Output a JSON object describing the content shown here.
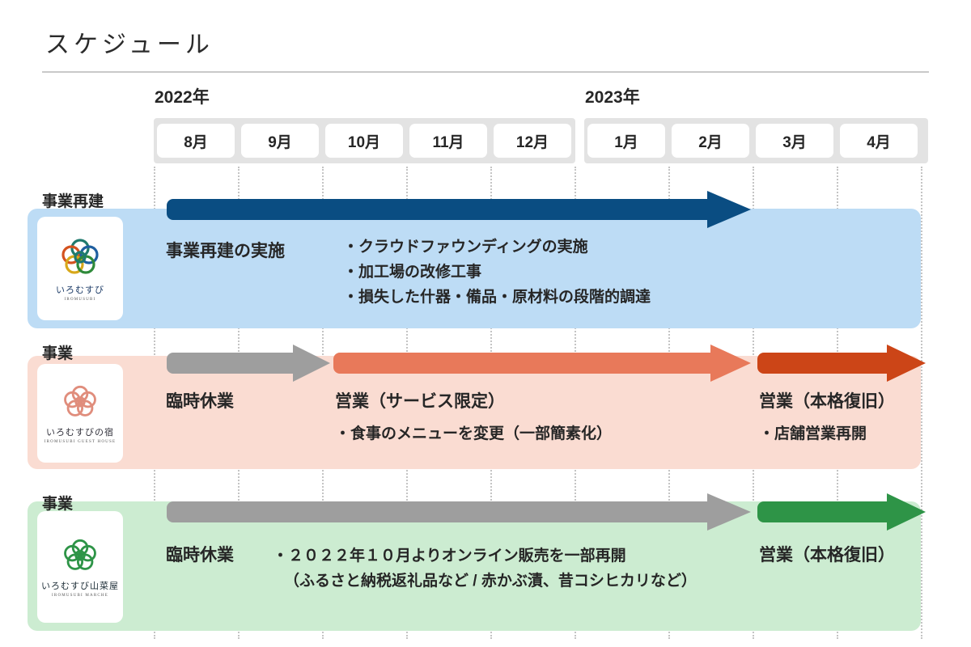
{
  "title": "スケジュール",
  "timeline": {
    "years": [
      {
        "label": "2022年",
        "months": [
          "8月",
          "9月",
          "10月",
          "11月",
          "12月"
        ]
      },
      {
        "label": "2023年",
        "months": [
          "1月",
          "2月",
          "3月",
          "4月"
        ]
      }
    ]
  },
  "lanes": [
    {
      "caption": "事業再建",
      "band_color": "#bddcf5",
      "logo": {
        "jp": "いろむすび",
        "en": "IROMUSUBI",
        "mark": "mizuhiki-knot-multicolor"
      },
      "bars": [
        {
          "name": "事業再建の実施",
          "color": "#0a4d82",
          "start_month": "8月",
          "end_month": "2月"
        }
      ],
      "heading": "事業再建の実施",
      "bullets": [
        "・クラウドファウンディングの実施",
        "・加工場の改修工事",
        "・損失した什器・備品・原材料の段階的調達"
      ]
    },
    {
      "caption": "事業",
      "band_color": "#fadcd2",
      "logo": {
        "jp": "いろむすびの宿",
        "en": "IROMUSUBI GUEST HOUSE",
        "mark": "mizuhiki-knot-salmon"
      },
      "bars": [
        {
          "name": "臨時休業",
          "color": "#9e9e9e",
          "start_month": "8月",
          "end_month": "9月"
        },
        {
          "name": "営業（サービス限定）",
          "color": "#e8795a",
          "start_month": "10月",
          "end_month": "2月"
        },
        {
          "name": "営業（本格復旧）",
          "color": "#cc4517",
          "start_month": "3月",
          "end_month": "4月"
        }
      ],
      "segments": [
        {
          "heading": "臨時休業",
          "bullets": []
        },
        {
          "heading": "営業（サービス限定）",
          "bullets": [
            "・食事のメニューを変更（一部簡素化）"
          ]
        },
        {
          "heading": "営業（本格復旧）",
          "bullets": [
            "・店舗営業再開"
          ]
        }
      ]
    },
    {
      "caption": "事業",
      "band_color": "#ccecd1",
      "logo": {
        "jp": "いろむすび山菜屋",
        "en": "IROMUSUBI MARCHE",
        "mark": "mizuhiki-knot-green"
      },
      "bars": [
        {
          "name": "臨時休業",
          "color": "#9e9e9e",
          "start_month": "8月",
          "end_month": "2月"
        },
        {
          "name": "営業（本格復旧）",
          "color": "#2e9447",
          "start_month": "3月",
          "end_month": "4月"
        }
      ],
      "segments": [
        {
          "heading": "臨時休業",
          "bullets": []
        },
        {
          "heading": "",
          "bullets": [
            "・２０２２年１０月よりオンライン販売を一部再開",
            "（ふるさと納税返礼品など / 赤かぶ漬、昔コシヒカリなど）"
          ]
        },
        {
          "heading": "営業（本格復旧）",
          "bullets": []
        }
      ]
    }
  ],
  "colors": {
    "band_header": "#e3e3e3",
    "gridline": "#c4c4c4",
    "rule": "#c9c9c9",
    "text": "#262626"
  }
}
